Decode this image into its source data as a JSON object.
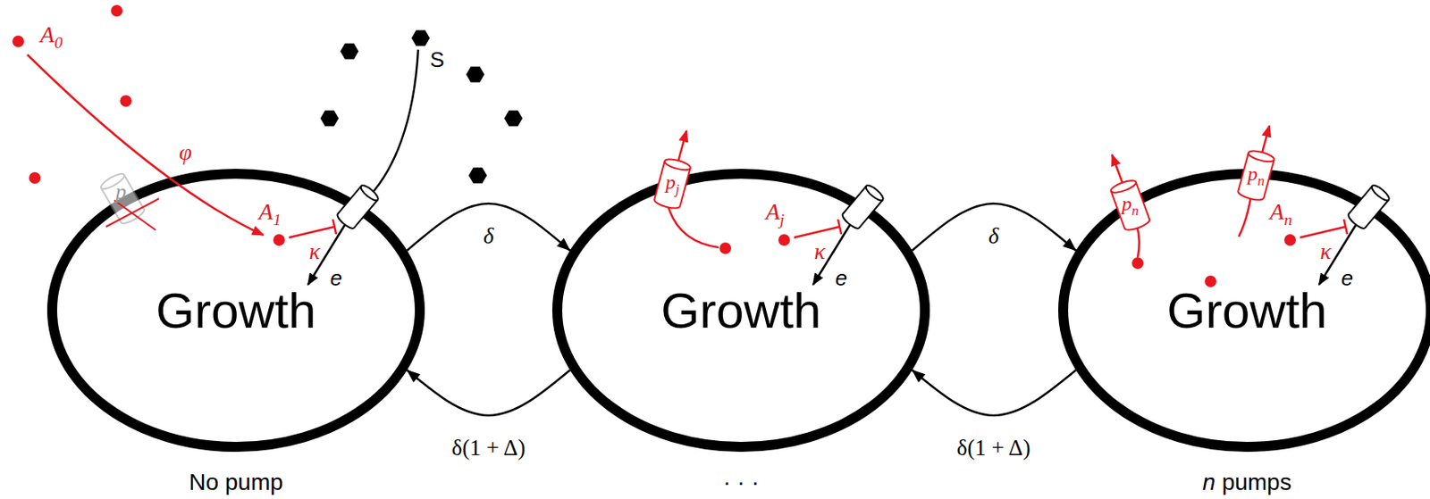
{
  "diagram": {
    "nodes": [
      {
        "text": [
          "Growth",
          "No pump"
        ]
      },
      {
        "text": [
          "Growth",
          "· · ·"
        ]
      },
      {
        "text": [
          "Growth",
          "n pumps"
        ]
      }
    ],
    "edges": [
      {
        "from": 0,
        "to": 1,
        "label": "δ",
        "arrow": "to"
      },
      {
        "from": 1,
        "to": 0,
        "label": "δ(1 + Δ)",
        "arrow": "to"
      },
      {
        "from": 1,
        "to": 2,
        "label": "δ",
        "arrow": "to"
      },
      {
        "from": 2,
        "to": 1,
        "label": "δ(1 + Δ)",
        "arrow": "to"
      }
    ],
    "labels": [
      "A0",
      "φ",
      "S",
      "p",
      "A1",
      "κ",
      "e",
      "pj",
      "Aj",
      "κ",
      "e",
      "pn",
      "pn",
      "An",
      "κ",
      "e"
    ]
  }
}
